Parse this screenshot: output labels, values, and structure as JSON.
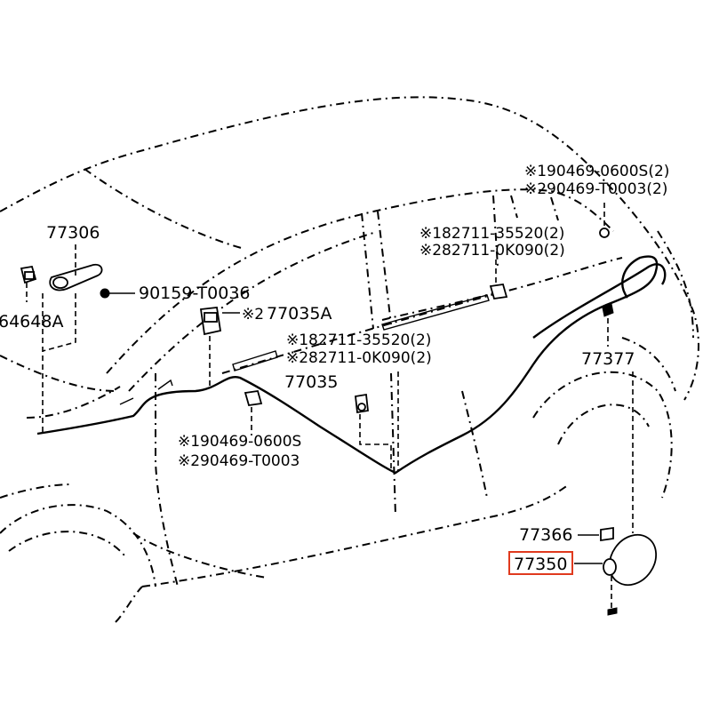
{
  "diagram": {
    "labels": {
      "p77306": "77306",
      "p64648a": "64648A",
      "p90159": "90159-T0036",
      "p77035a": "77035A",
      "p77035a_mark": "※2",
      "p82711a_1": "※182711-35520(2)",
      "p82711a_2": "※282711-0K090(2)",
      "p82711b_1": "※182711-35520(2)",
      "p82711b_2": "※282711-0K090(2)",
      "p90469a_1": "※190469-0600S(2)",
      "p90469a_2": "※290469-T0003(2)",
      "p90469b_1": "※190469-0600S",
      "p90469b_2": "※290469-T0003",
      "p77035": "77035",
      "p77377": "77377",
      "p77366": "77366",
      "p77350": "77350"
    },
    "highlight_color": "#e03a1e"
  }
}
